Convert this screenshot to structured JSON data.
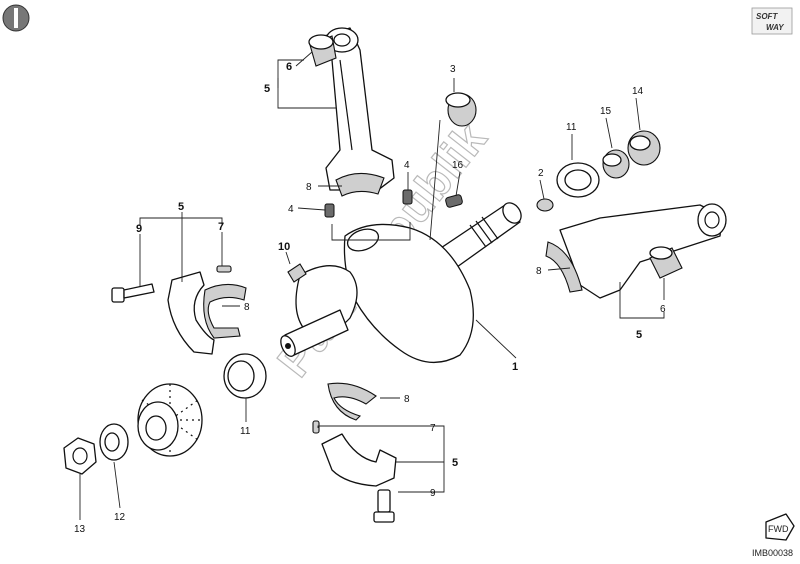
{
  "watermark": "Partsrepublik",
  "image_code": "IMB00038",
  "logo": {
    "line1": "SOFT",
    "line2": "WAY"
  },
  "fwd_label": "FWD",
  "callouts": {
    "c1": "1",
    "c2": "2",
    "c3": "3",
    "c4a": "4",
    "c4b": "4",
    "c5_top": "5",
    "c5_left": "5",
    "c5_right": "5",
    "c5_bottom": "5",
    "c6_top": "6",
    "c6_right": "6",
    "c7_left": "7",
    "c7_bottom": "7",
    "c8_top": "8",
    "c8_left": "8",
    "c8_right": "8",
    "c8_bottom": "8",
    "c9_left": "9",
    "c9_bottom": "9",
    "c10": "10",
    "c11_left": "11",
    "c11_right": "11",
    "c12": "12",
    "c13": "13",
    "c14": "14",
    "c15": "15",
    "c16": "16"
  }
}
